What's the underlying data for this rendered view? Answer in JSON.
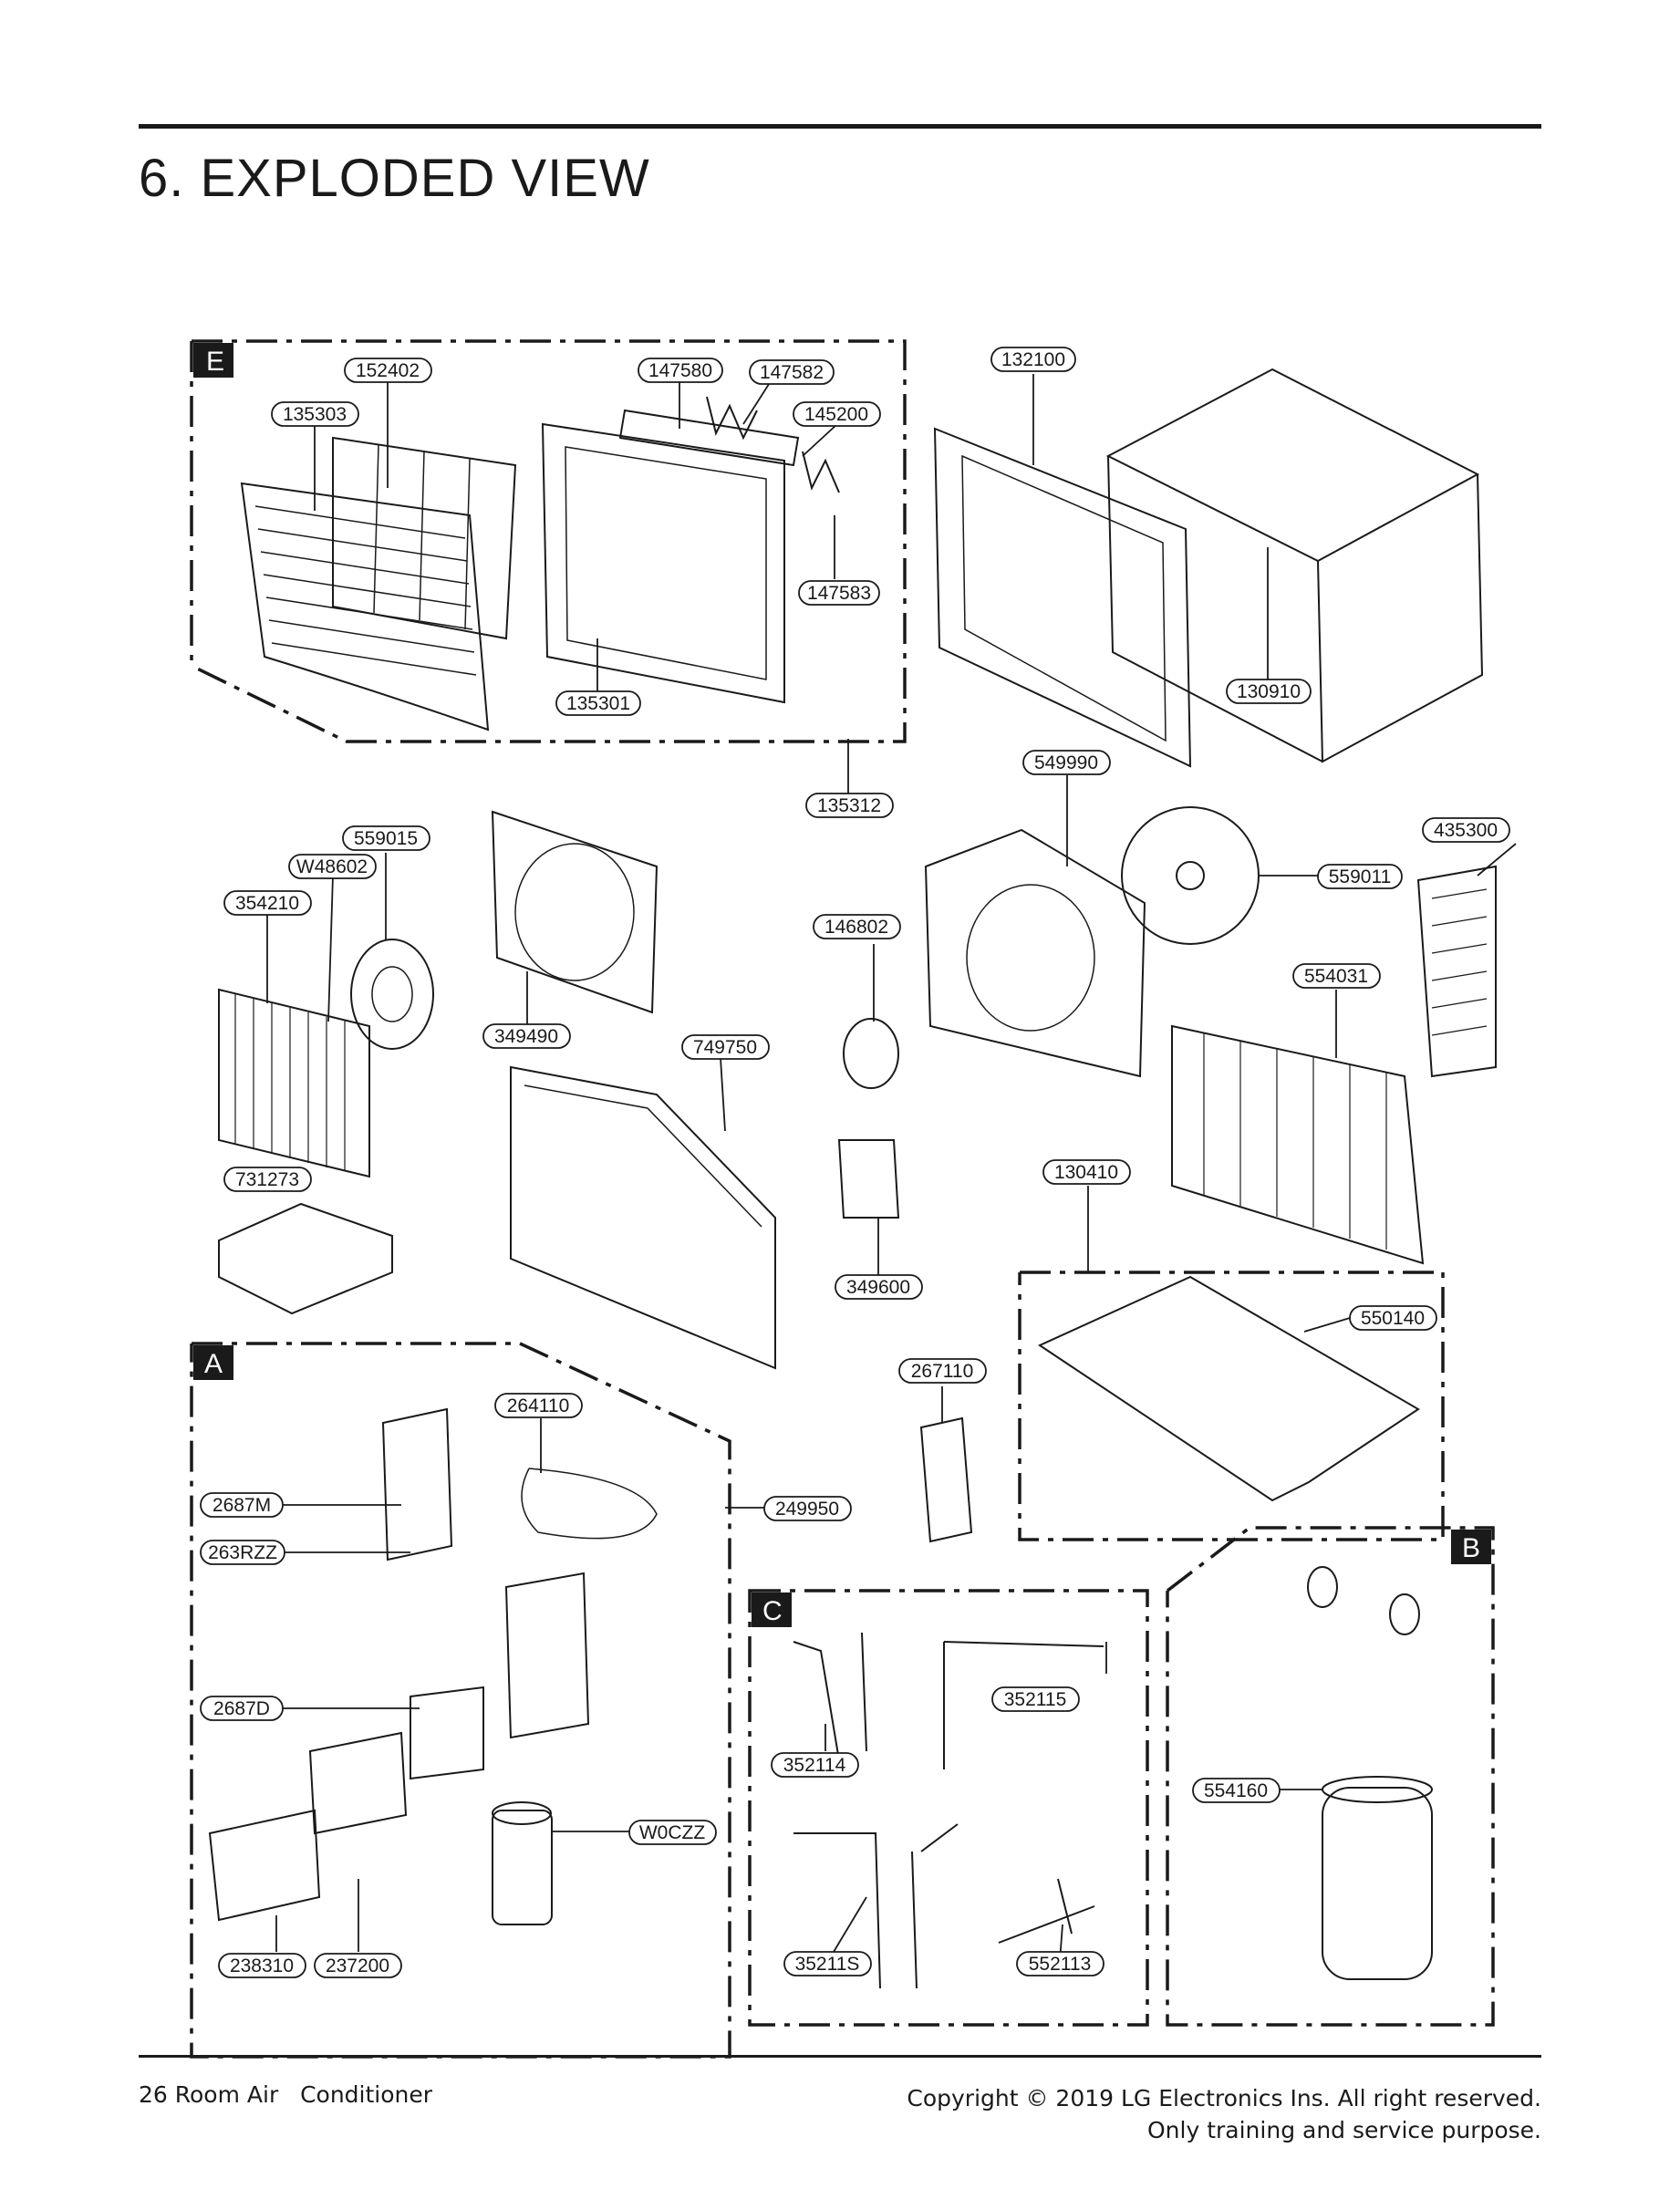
{
  "page": {
    "title": "6. EXPLODED VIEW",
    "footer_left": "26 Room Air   Conditioner",
    "footer_copyright": "Copyright © 2019 LG Electronics Ins. All right reserved.",
    "footer_purpose": "Only training and service purpose."
  },
  "sections": {
    "E": "E",
    "A": "A",
    "B": "B",
    "C": "C"
  },
  "parts": {
    "p152402": "152402",
    "p135303": "135303",
    "p147580": "147580",
    "p147582": "147582",
    "p145200": "145200",
    "p147583": "147583",
    "p135301": "135301",
    "p135312": "135312",
    "p132100": "132100",
    "p130910": "130910",
    "p549990": "549990",
    "p435300": "435300",
    "p559011": "559011",
    "p559015": "559015",
    "pW48602": "W48602",
    "p354210": "354210",
    "p349490": "349490",
    "p146802": "146802",
    "p749750": "749750",
    "p554031": "554031",
    "p731273": "731273",
    "p130410": "130410",
    "p349600": "349600",
    "p550140": "550140",
    "p267110": "267110",
    "p264110": "264110",
    "p249950": "249950",
    "p2687M": "2687M",
    "p263RZZ": "263RZZ",
    "p2687D": "2687D",
    "p352115": "352115",
    "p352114": "352114",
    "p554160": "554160",
    "pW0CZZ": "W0CZZ",
    "p35211S": "35211S",
    "p552113": "552113",
    "p238310": "238310",
    "p237200": "237200"
  }
}
